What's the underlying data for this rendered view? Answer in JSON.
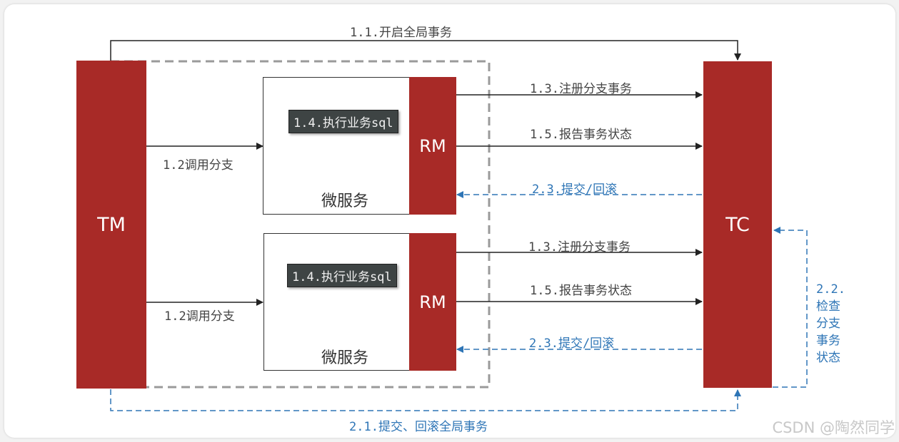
{
  "blocks": {
    "tm": "TM",
    "tc": "TC",
    "rm": "RM"
  },
  "microservice_label": "微服务",
  "code_label": "1.4.执行业务sql",
  "labels": {
    "begin_global": "1.1.开启全局事务",
    "call_branch": "1.2调用分支",
    "register_branch": "1.3.注册分支事务",
    "report_status": "1.5.报告事务状态",
    "commit_rollback": "2.3.提交/回滚",
    "check_branch": [
      "2.2.",
      "检查",
      "分支",
      "事务",
      "状态"
    ],
    "global_commit_rollback": "2.1.提交、回滚全局事务"
  },
  "colors": {
    "block_red": "#a82a27",
    "blue_arrow": "#2e75b6",
    "black_arrow": "#222222",
    "dashed_border": "#9a9a9a"
  },
  "watermark": "CSDN @陶然同学"
}
